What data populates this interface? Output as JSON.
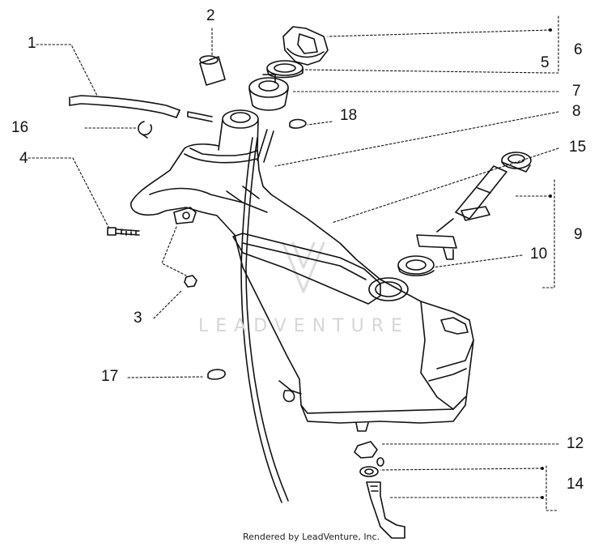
{
  "diagram": {
    "callouts": [
      "1",
      "2",
      "3",
      "4",
      "5",
      "6",
      "7",
      "8",
      "9",
      "10",
      "12",
      "14",
      "15",
      "16",
      "17",
      "18"
    ],
    "watermark": "LEADVENTURE",
    "credit": "Rendered by LeadVenture, Inc."
  },
  "colors": {
    "ink": "#111111",
    "watermark": "#d6d6d6",
    "background": "#ffffff"
  }
}
